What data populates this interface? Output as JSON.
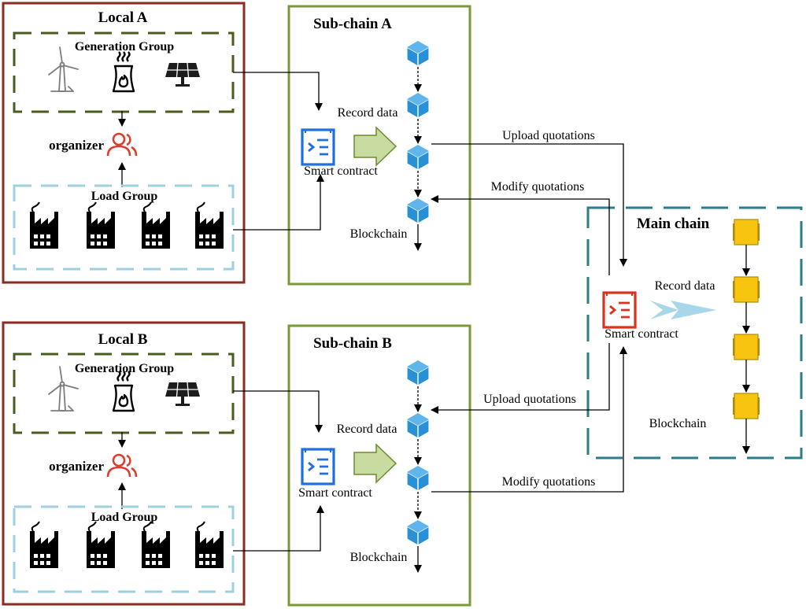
{
  "locals": [
    {
      "title": "Local A",
      "generation_group": "Generation Group",
      "organizer": "organizer",
      "load_group": "Load Group"
    },
    {
      "title": "Local B",
      "generation_group": "Generation Group",
      "organizer": "organizer",
      "load_group": "Load Group"
    }
  ],
  "subchains": [
    {
      "title": "Sub-chain A",
      "record_label": "Record data",
      "contract_label": "Smart contract",
      "blockchain_label": "Blockchain"
    },
    {
      "title": "Sub-chain B",
      "record_label": "Record data",
      "contract_label": "Smart contract",
      "blockchain_label": "Blockchain"
    }
  ],
  "main_chain": {
    "title": "Main chain",
    "record_label": "Record data",
    "contract_label": "Smart contract",
    "blockchain_label": "Blockchain"
  },
  "links": {
    "a_upload": "Upload quotations",
    "a_modify": "Modify quotations",
    "b_upload": "Upload quotations",
    "b_modify": "Modify quotations"
  },
  "icons": {
    "generation": [
      "wind-turbine-icon",
      "thermal-plant-icon",
      "solar-panel-icon"
    ],
    "load": [
      "factory-icon",
      "factory-icon",
      "factory-icon",
      "factory-icon"
    ],
    "organizer": "people-icon",
    "contract": "contract-document-icon",
    "subchain_block": "cube-block-icon",
    "mainchain_block": "gold-block-icon"
  },
  "colors": {
    "local_border": "#8c2b22",
    "generation_dash": "#4a5b1e",
    "load_dash": "#9fd0e0",
    "subchain_border": "#7a9a3a",
    "mainchain_dash": "#2d7b8c",
    "organizer": "#e03a2a",
    "contract_sub": "#1f6fe0",
    "contract_main": "#d9321f",
    "cube": "#2790d6",
    "gold": "#f7c40f",
    "arrow_green": "#c8dba0",
    "arrow_blue": "#a9d6ea"
  }
}
